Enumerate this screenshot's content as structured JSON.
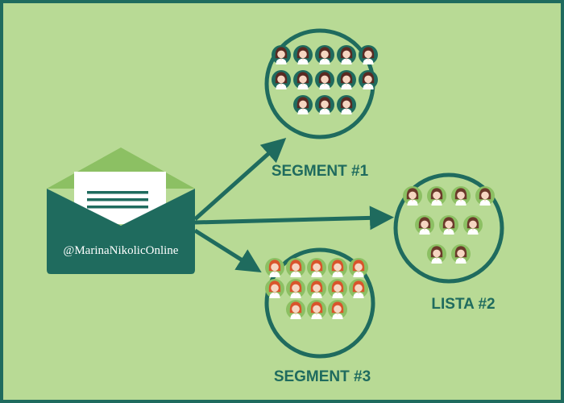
{
  "email": {
    "handle": "@MarinaNikolicOnline",
    "envelope_color": "#1f6b5e",
    "flap_color": "#8cc063",
    "letter_line_color": "#1f6b5e"
  },
  "background_color": "#b8da95",
  "border_color": "#1f6b5e",
  "groups": [
    {
      "label": "SEGMENT #1",
      "member_count": 13,
      "row_counts": [
        5,
        5,
        3
      ],
      "avatar_bg": "#1f6b5e",
      "hair_color": "#5a2a22",
      "icon": "person-icon"
    },
    {
      "label": "LISTA #2",
      "member_count": 9,
      "row_counts": [
        4,
        3,
        2
      ],
      "avatar_bg": "#8cc063",
      "hair_color": "#6b3a2a",
      "icon": "person-icon"
    },
    {
      "label": "SEGMENT #3",
      "member_count": 13,
      "row_counts": [
        5,
        5,
        3
      ],
      "avatar_bg": "#8cc063",
      "hair_color": "#d9542b",
      "icon": "person-icon"
    }
  ],
  "arrow_color": "#1f6b5e"
}
